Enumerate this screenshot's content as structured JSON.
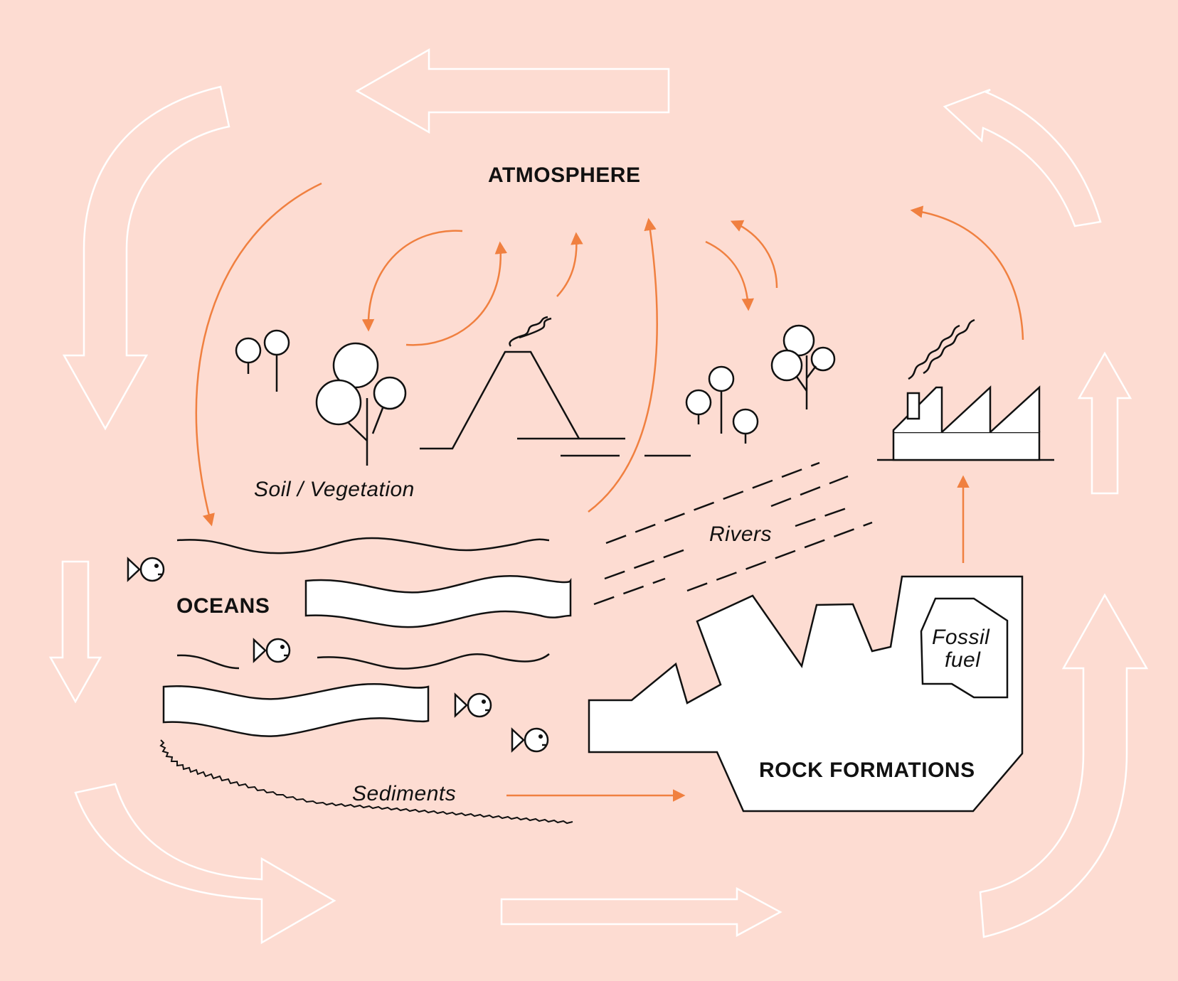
{
  "labels": {
    "atmosphere": "ATMOSPHERE",
    "soil_vegetation": "Soil / Vegetation",
    "rivers": "Rivers",
    "oceans": "OCEANS",
    "fossil_fuel_line1": "Fossil",
    "fossil_fuel_line2": "fuel",
    "rock_formations": "ROCK FORMATIONS",
    "sediments": "Sediments"
  },
  "colors": {
    "background": "#fddcd2",
    "flow_arrow": "#f08040",
    "outline_arrow": "#ffffff",
    "ink": "#111111"
  }
}
